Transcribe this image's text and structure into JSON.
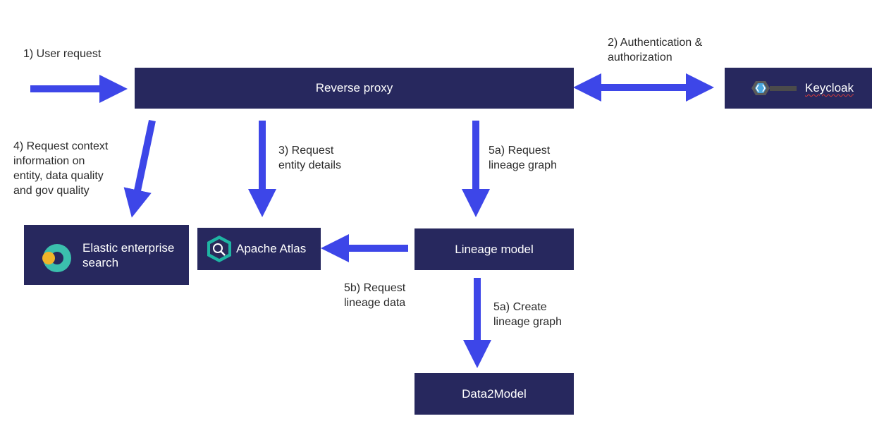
{
  "colors": {
    "box_fill": "#27285e",
    "box_text": "#ffffff",
    "arrow": "#3d46e8",
    "label_text": "#2b2b2b"
  },
  "nodes": {
    "reverse_proxy": "Reverse proxy",
    "keycloak": "Keycloak",
    "elastic": "Elastic enterprise\n search",
    "apache_atlas": "Apache Atlas",
    "lineage_model": "Lineage model",
    "data2model": "Data2Model"
  },
  "edges": {
    "user_request": "1) User request",
    "auth": "2) Authentication &\nauthorization",
    "request_entity": "3) Request\nentity details",
    "request_context": "4) Request context\ninformation on\nentity, data quality\nand gov quality",
    "request_lineage_graph": "5a) Request\nlineage graph",
    "request_lineage_data": "5b) Request\nlineage data",
    "create_lineage_graph": "5a) Create\nlineage graph"
  },
  "icons": {
    "keycloak": "keycloak-logo-icon",
    "elastic": "elastic-logo-icon",
    "atlas": "apache-atlas-logo-icon"
  }
}
